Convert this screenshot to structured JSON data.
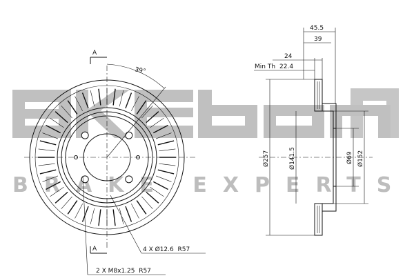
{
  "watermark": {
    "logo": "akebono",
    "tagline": "BRAKE EXPERTS",
    "color": "#bdbdbd"
  },
  "front_view": {
    "section_marker": "A",
    "angle_label": "39°",
    "stud_holes_label": "4 X Ø12.6  R57",
    "thread_holes_label": "2 X M8x1.25  R57",
    "stud_hole_count": 4,
    "vane_count": 52
  },
  "side_view": {
    "dim_total_width": "45.5",
    "dim_hat_height": "39",
    "dim_thickness": "24",
    "min_thickness_prefix": "Min Th",
    "min_thickness": "22.4",
    "dim_outer_diameter": "Ø257",
    "dim_hub_face_diameter": "Ø141.5",
    "dim_center_bore": "Ø69",
    "dim_hat_diameter": "Ø152"
  }
}
